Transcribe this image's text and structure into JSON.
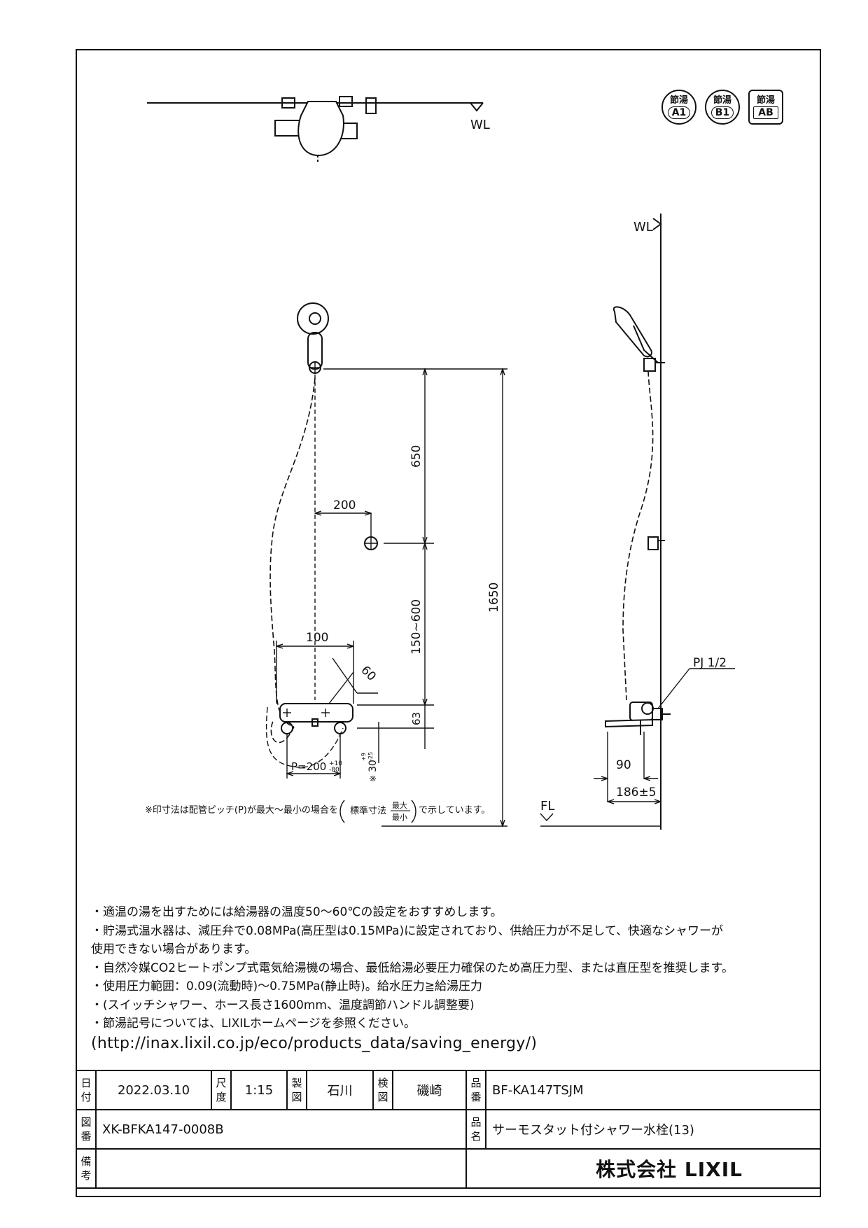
{
  "plan_view": {
    "wl_label": "WL"
  },
  "badges": [
    {
      "top": "節湯",
      "bottom": "A1",
      "shape": "round"
    },
    {
      "top": "節湯",
      "bottom": "B1",
      "shape": "round"
    },
    {
      "top": "節湯",
      "bottom": "AB",
      "shape": "square"
    }
  ],
  "front_view": {
    "dims": {
      "d650": "650",
      "d200": "200",
      "d1650": "1650",
      "d150_600": "150~600",
      "d100": "100",
      "d60": "60",
      "d63": "63",
      "pitch_main": "P=200",
      "pitch_tol_plus": "+10",
      "pitch_tol_minus": "-80",
      "d30_prefix": "※",
      "d30": "30",
      "d30_tol_plus": "+9",
      "d30_tol_minus": "-25"
    },
    "footnote": {
      "prefix": "※印寸法は配管ピッチ(P)が最大～最小の場合を",
      "standard": "標準寸法",
      "max": "最大",
      "min": "最小",
      "suffix": "で示しています。"
    }
  },
  "side_view": {
    "wl_label": "WL",
    "fl_label": "FL",
    "pj_label": "PJ 1/2",
    "d90": "90",
    "d186": "186±5"
  },
  "notes": [
    "・適温の湯を出すためには給湯器の温度50～60℃の設定をおすすめします。",
    "・貯湯式温水器は、減圧弁で0.08MPa(高圧型は0.15MPa)に設定されており、供給圧力が不足して、快適なシャワーが",
    "使用できない場合があります。",
    "・自然冷媒CO2ヒートポンプ式電気給湯機の場合、最低給湯必要圧力確保のため高圧力型、または直圧型を推奨します。",
    "・使用圧力範囲：0.09(流動時)～0.75MPa(静止時)。給水圧力≧給湯圧力",
    "・(スイッチシャワー、ホース長さ1600mm、温度調節ハンドル調整要)",
    "・節湯記号については、LIXILホームページを参照ください。"
  ],
  "notes_url": "(http://inax.lixil.co.jp/eco/products_data/saving_energy/)",
  "title_block": {
    "date_label": [
      "日",
      "付"
    ],
    "date": "2022.03.10",
    "scale_label": [
      "尺",
      "度"
    ],
    "scale": "1:15",
    "drawn_label": [
      "製",
      "図"
    ],
    "drawn_by": "石川",
    "checked_label": [
      "検",
      "図"
    ],
    "checked_by": "磯崎",
    "part_no_label": [
      "品",
      "番"
    ],
    "part_no": "BF-KA147TSJM",
    "drawing_no_label": [
      "図",
      "番"
    ],
    "drawing_no": "XK-BFKA147-0008B",
    "name_label": [
      "品",
      "名"
    ],
    "product_name": "サーモスタット付シャワー水栓(13)",
    "remarks_label": [
      "備",
      "考"
    ],
    "company": "株式会社 LIXIL"
  }
}
